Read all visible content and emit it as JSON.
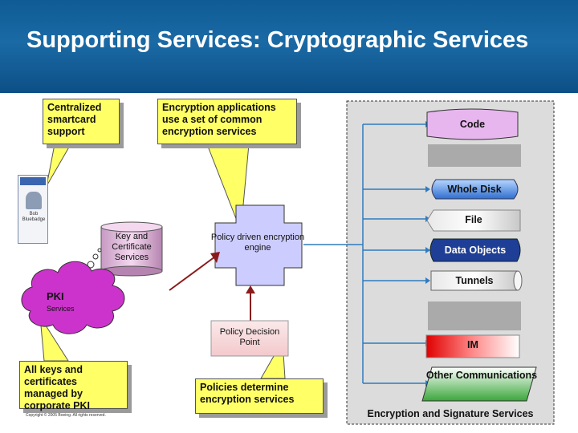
{
  "slide": {
    "title": "Supporting Services: Cryptographic Services",
    "copyright": "Copyright © 2005 Boeing. All rights reserved."
  },
  "callouts": {
    "smartcard": "Centralized smartcard support",
    "encryption_apps": "Encryption applications use a set of common encryption services",
    "all_keys": "All keys and certificates managed by corporate PKI",
    "policies": "Policies determine encryption services"
  },
  "badge": {
    "name_line1": "Bob",
    "name_line2": "Bluebadge"
  },
  "nodes": {
    "key_cert": "Key and Certificate Services",
    "policy_engine": "Policy driven encryption engine",
    "pki": "PKI",
    "pki_sub": "Services",
    "policy_decision": "Policy Decision Point"
  },
  "services": {
    "code": "Code",
    "whole_disk": "Whole Disk",
    "file": "File",
    "data_objects": "Data Objects",
    "tunnels": "Tunnels",
    "im": "IM",
    "other_comms": "Other Communications",
    "panel_caption": "Encryption and Signature Services"
  },
  "colors": {
    "header_blue": "#1a6aa5",
    "callout_yellow": "#ffff66",
    "cloud_purple": "#cc33cc",
    "engine_cross": "#ccccff",
    "line_blue": "#2f7bbf",
    "arrow_red": "#8b1a1a"
  }
}
